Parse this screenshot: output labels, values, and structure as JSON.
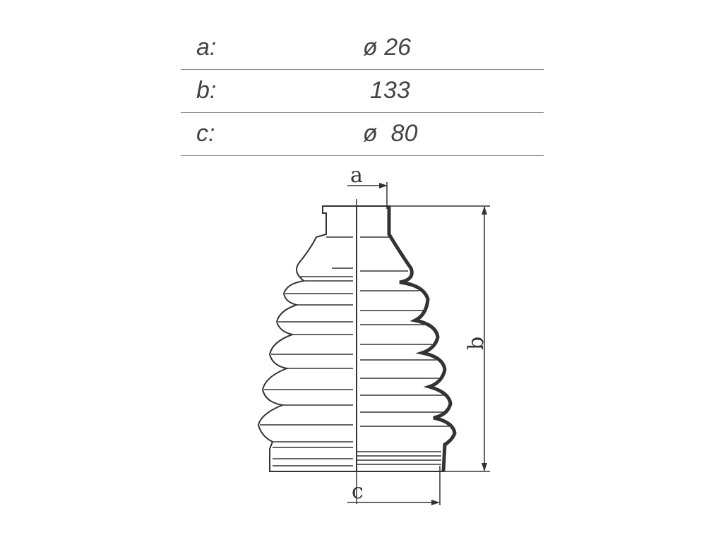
{
  "dimensions": [
    {
      "label": "a:",
      "value": "ø 26"
    },
    {
      "label": "b:",
      "value": "133"
    },
    {
      "label": "c:",
      "value": "ø  80"
    }
  ],
  "drawing": {
    "letters": {
      "a": "a",
      "b": "b",
      "c": "c"
    },
    "line_color": "#333333",
    "fill_color": "#ffffff"
  }
}
